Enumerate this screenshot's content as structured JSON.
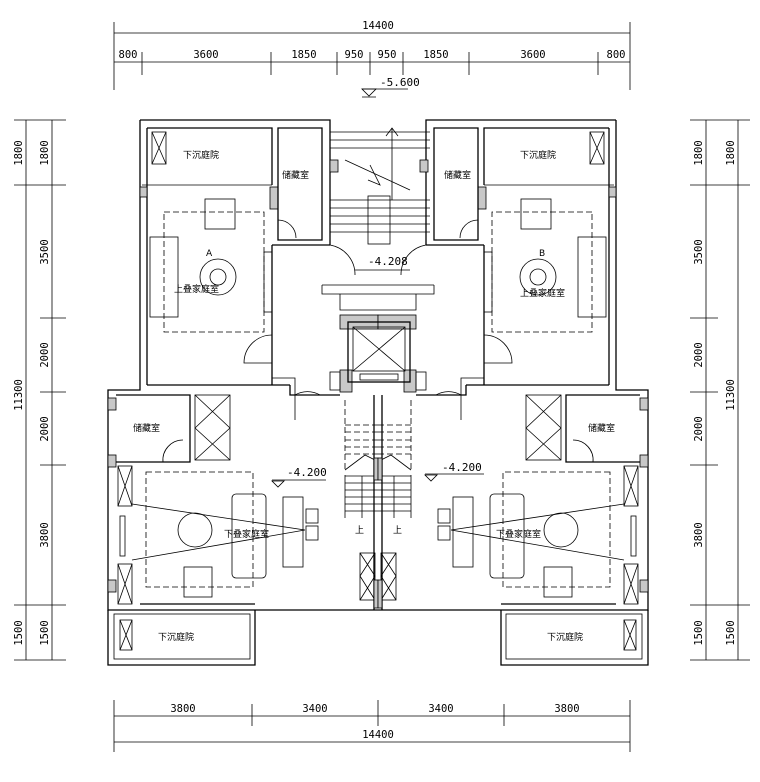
{
  "drawing": {
    "top_dimensions": {
      "total": "14400",
      "segments": [
        "800",
        "3600",
        "1850",
        "950",
        "950",
        "1850",
        "3600",
        "800"
      ]
    },
    "bottom_dimensions": {
      "total": "14400",
      "segments": [
        "3800",
        "3400",
        "3400",
        "3800"
      ]
    },
    "left_dimensions": {
      "outer": [
        "1800",
        "11300",
        "1500"
      ],
      "inner": [
        "1800",
        "3500",
        "2000",
        "2000",
        "3800",
        "1500"
      ]
    },
    "right_dimensions": {
      "outer": [
        "1800",
        "11300",
        "1500"
      ],
      "inner": [
        "1800",
        "3500",
        "2000",
        "2000",
        "3800",
        "1500"
      ]
    },
    "elevations": {
      "entrance": "-5.600",
      "landing": "-4.208",
      "left_lower": "-4.200",
      "right_lower": "-4.200"
    },
    "rooms": {
      "left_top_court": "下沉庭院",
      "left_top_storage": "储藏室",
      "unit_a": "A",
      "left_upper_family": "上叠家庭室",
      "left_lower_storage": "储藏室",
      "left_lower_family": "下叠家庭室",
      "left_bottom_court": "下沉庭院",
      "right_top_court": "下沉庭院",
      "right_top_storage": "储藏室",
      "unit_b": "B",
      "right_upper_family": "上叠家庭室",
      "right_lower_storage": "储藏室",
      "right_lower_family": "下叠家庭室",
      "right_bottom_court": "下沉庭院",
      "stair_up_left": "上",
      "stair_up_right": "上"
    }
  }
}
